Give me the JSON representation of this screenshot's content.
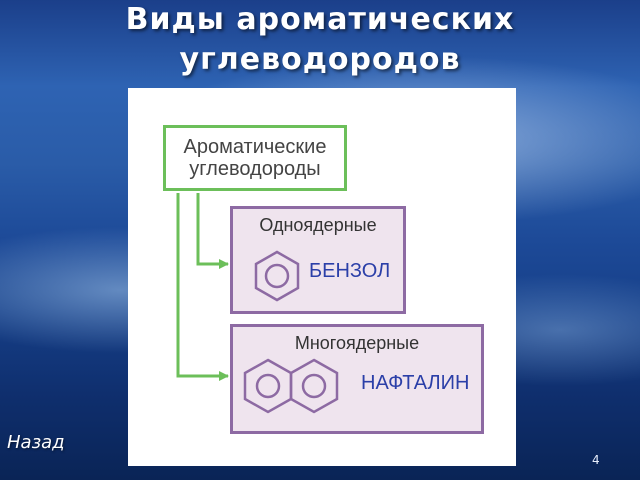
{
  "slide": {
    "title_line1": "Виды ароматических",
    "title_line2": "углеводородов",
    "back_link": "Назад",
    "slide_number": "4"
  },
  "diagram": {
    "root": {
      "line1": "Ароматические",
      "line2": "углеводороды"
    },
    "categories": [
      {
        "label": "Одноядерные",
        "compound": "БЕНЗОЛ",
        "rings": 1
      },
      {
        "label": "Многоядерные",
        "compound": "НАФТАЛИН",
        "rings": 2
      }
    ],
    "colors": {
      "root_border": "#6cbf5a",
      "arrow": "#6cbf5a",
      "category_border": "#8d6aa3",
      "category_fill": "#efe4ee",
      "compound_text": "#2b3fa8",
      "ring": "#8d6aa3"
    }
  }
}
